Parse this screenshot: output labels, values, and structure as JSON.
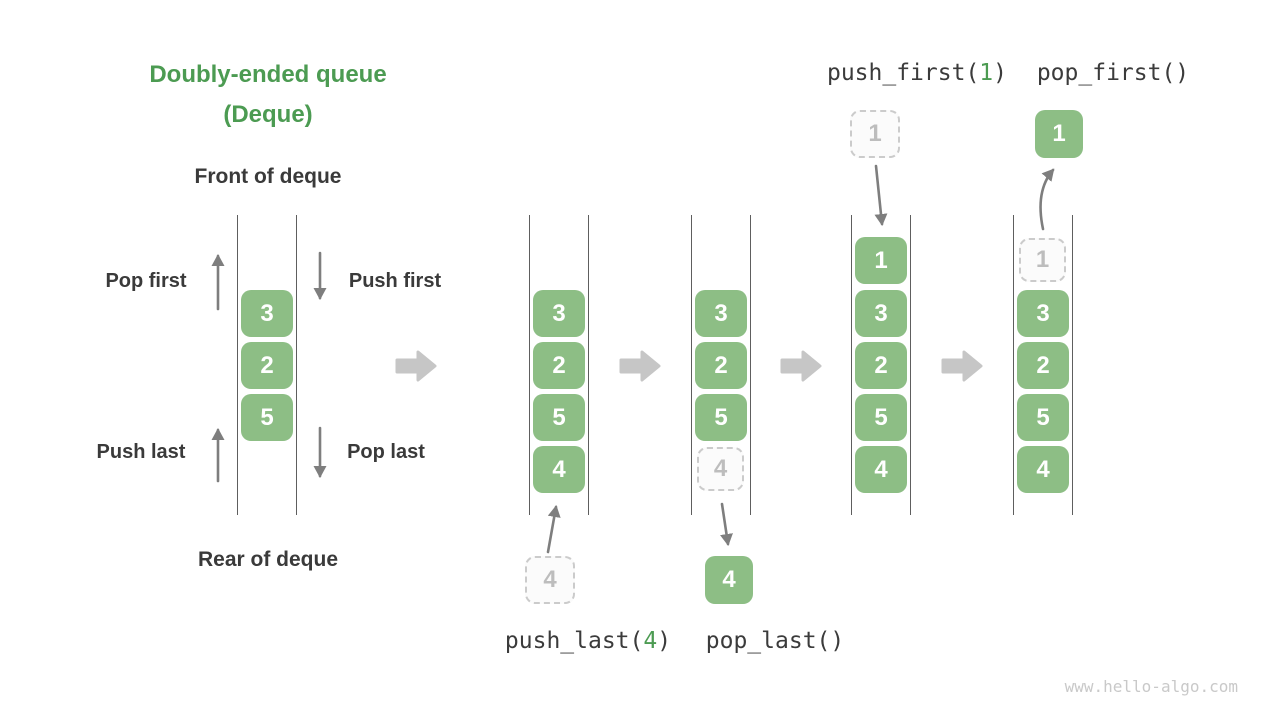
{
  "title": {
    "line1": "Doubly-ended queue",
    "line2": "(Deque)"
  },
  "deque_labels": {
    "front": "Front of deque",
    "rear": "Rear of deque",
    "pop_first": "Pop first",
    "push_first": "Push first",
    "push_last": "Push last",
    "pop_last": "Pop last"
  },
  "operations": {
    "push_first": {
      "prefix": "push_first(",
      "arg": "1",
      "suffix": ")"
    },
    "pop_first": {
      "label": "pop_first()"
    },
    "push_last": {
      "prefix": "push_last(",
      "arg": "4",
      "suffix": ")"
    },
    "pop_last": {
      "label": "pop_last()"
    }
  },
  "queues": {
    "initial": {
      "cells": [
        "3",
        "2",
        "5"
      ]
    },
    "after_push_last": {
      "cells": [
        "3",
        "2",
        "5",
        "4"
      ],
      "incoming": "4"
    },
    "after_pop_last": {
      "cells": [
        "3",
        "2",
        "5"
      ],
      "ghost_cell": "4",
      "outgoing": "4"
    },
    "after_push_first": {
      "cells": [
        "1",
        "3",
        "2",
        "5",
        "4"
      ],
      "incoming": "1"
    },
    "after_pop_first": {
      "cells": [
        "3",
        "2",
        "5",
        "4"
      ],
      "ghost_cell": "1",
      "outgoing": "1"
    }
  },
  "colors": {
    "element_green": "#8dbe85",
    "accent_green_text": "#4c9b52",
    "dark_text": "#3a3a3a",
    "transition_arrow_gray": "#c6c6c6",
    "motion_arrow_gray": "#7e7e7e",
    "ghost_border_gray": "#cbcbcb"
  },
  "watermark": "www.hello-algo.com"
}
